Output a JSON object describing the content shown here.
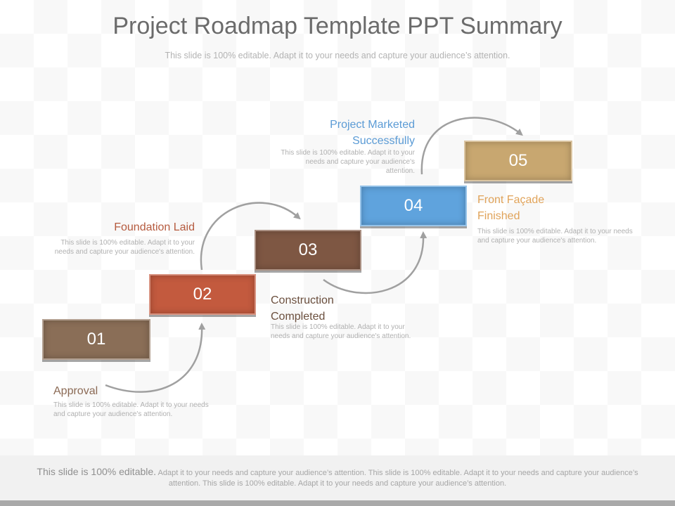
{
  "title": "Project Roadmap Template PPT Summary",
  "subtitle": "This slide is 100% editable. Adapt it to your needs and capture your audience’s attention.",
  "steps": [
    {
      "number": "01",
      "label": "Approval",
      "desc": "This slide is 100% editable. Adapt it to your needs and capture your audience's attention.",
      "color": "#8a6e57",
      "label_color": "#8b6a55"
    },
    {
      "number": "02",
      "label": "Foundation Laid",
      "desc": "This slide is 100% editable. Adapt it to your needs and capture your audience's attention.",
      "color": "#c35a3e",
      "label_color": "#b55a3e"
    },
    {
      "number": "03",
      "label": "Construction Completed",
      "desc": "This slide is 100% editable. Adapt it to your needs and capture your audience's attention.",
      "color": "#7e5743",
      "label_color": "#6b4f3e"
    },
    {
      "number": "04",
      "label": "Project Marketed Successfully",
      "desc": "This slide is 100% editable. Adapt it to your needs and capture your audience's attention.",
      "color": "#5fa3dd",
      "label_color": "#5b9bd5"
    },
    {
      "number": "05",
      "label": "Front Façade Finished",
      "desc": "This slide is 100% editable. Adapt it to your needs and capture your audience's attention.",
      "color": "#c8a770",
      "label_color": "#e0a35a"
    }
  ],
  "footer": {
    "lead": "This slide is 100% editable.",
    "text": "Adapt it to your needs and capture your audience’s attention. This slide is 100% editable. Adapt it to your needs and capture your audience’s attention. This slide is 100% editable. Adapt it to your needs and capture your audience’s attention."
  },
  "arrow_color": "#a0a0a0"
}
